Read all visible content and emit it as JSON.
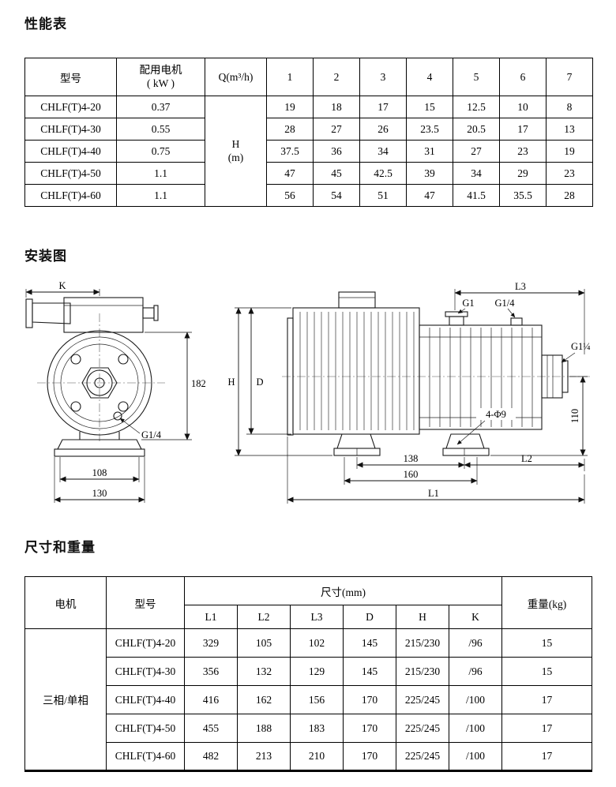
{
  "sections": {
    "performance_title": "性能表",
    "installation_title": "安装图",
    "dimensions_title": "尺寸和重量"
  },
  "performance_table": {
    "col_model": "型号",
    "col_motor_line1": "配用电机",
    "col_motor_line2": "( kW )",
    "col_q": "Q(m³/h)",
    "flow_points": [
      "1",
      "2",
      "3",
      "4",
      "5",
      "6",
      "7"
    ],
    "h_line1": "H",
    "h_line2": "(m)",
    "rows": [
      {
        "model": "CHLF(T)4-20",
        "motor": "0.37",
        "values": [
          "19",
          "18",
          "17",
          "15",
          "12.5",
          "10",
          "8"
        ]
      },
      {
        "model": "CHLF(T)4-30",
        "motor": "0.55",
        "values": [
          "28",
          "27",
          "26",
          "23.5",
          "20.5",
          "17",
          "13"
        ]
      },
      {
        "model": "CHLF(T)4-40",
        "motor": "0.75",
        "values": [
          "37.5",
          "36",
          "34",
          "31",
          "27",
          "23",
          "19"
        ]
      },
      {
        "model": "CHLF(T)4-50",
        "motor": "1.1",
        "values": [
          "47",
          "45",
          "42.5",
          "39",
          "34",
          "29",
          "23"
        ]
      },
      {
        "model": "CHLF(T)4-60",
        "motor": "1.1",
        "values": [
          "56",
          "54",
          "51",
          "47",
          "41.5",
          "35.5",
          "28"
        ]
      }
    ]
  },
  "diagram": {
    "labels": {
      "k": "K",
      "dim182": "182",
      "g14_left": "G1/4",
      "dim108": "108",
      "dim130": "130",
      "h": "H",
      "d": "D",
      "l3": "L3",
      "g1": "G1",
      "g14_top": "G1/4",
      "g1_quarter": "G1¼",
      "dim110": "110",
      "holes": "4-Φ9",
      "dim138": "138",
      "dim160": "160",
      "l2": "L2",
      "l1": "L1"
    }
  },
  "dimension_table": {
    "col_motor": "电机",
    "col_model": "型号",
    "col_size": "尺寸(mm)",
    "size_cols": [
      "L1",
      "L2",
      "L3",
      "D",
      "H",
      "K"
    ],
    "col_weight": "重量(kg)",
    "motor_type": "三相/单相",
    "rows": [
      {
        "model": "CHLF(T)4-20",
        "dims": [
          "329",
          "105",
          "102",
          "145",
          "215/230",
          "/96"
        ],
        "weight": "15"
      },
      {
        "model": "CHLF(T)4-30",
        "dims": [
          "356",
          "132",
          "129",
          "145",
          "215/230",
          "/96"
        ],
        "weight": "15"
      },
      {
        "model": "CHLF(T)4-40",
        "dims": [
          "416",
          "162",
          "156",
          "170",
          "225/245",
          "/100"
        ],
        "weight": "17"
      },
      {
        "model": "CHLF(T)4-50",
        "dims": [
          "455",
          "188",
          "183",
          "170",
          "225/245",
          "/100"
        ],
        "weight": "17"
      },
      {
        "model": "CHLF(T)4-60",
        "dims": [
          "482",
          "213",
          "210",
          "170",
          "225/245",
          "/100"
        ],
        "weight": "17"
      }
    ]
  }
}
